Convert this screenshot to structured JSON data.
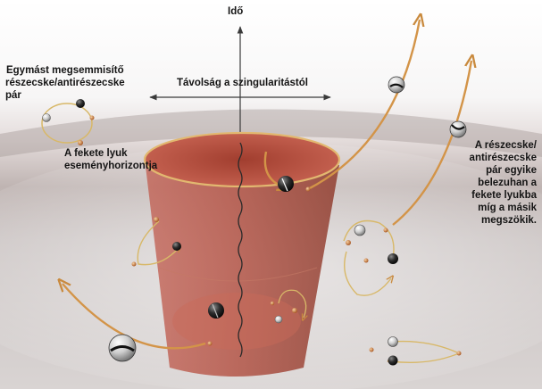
{
  "labels": {
    "time_axis": "Idő",
    "distance_axis": "Távolság a szingularitástól",
    "annihilating_pair": [
      "Egymást megsemmisítő",
      "részecske/antirészecske",
      "pár"
    ],
    "event_horizon": [
      "A fekete lyuk",
      "eseményhorizontja"
    ],
    "escaping_pair": [
      "A részecske/",
      "antirészecske",
      "pár egyike",
      "belezuhan a",
      "fekete lyukba",
      "míg a másik",
      "megszökik."
    ]
  },
  "colors": {
    "sky_top": "#fdfdfd",
    "sky_horizon": "#b1a7a6",
    "funnel_fill": "#b8503f",
    "funnel_rim": "#d9b26a",
    "orbit_gold": "#d8b868",
    "arrow_orange": "#d39448",
    "axis_line": "#3a3a3a"
  }
}
